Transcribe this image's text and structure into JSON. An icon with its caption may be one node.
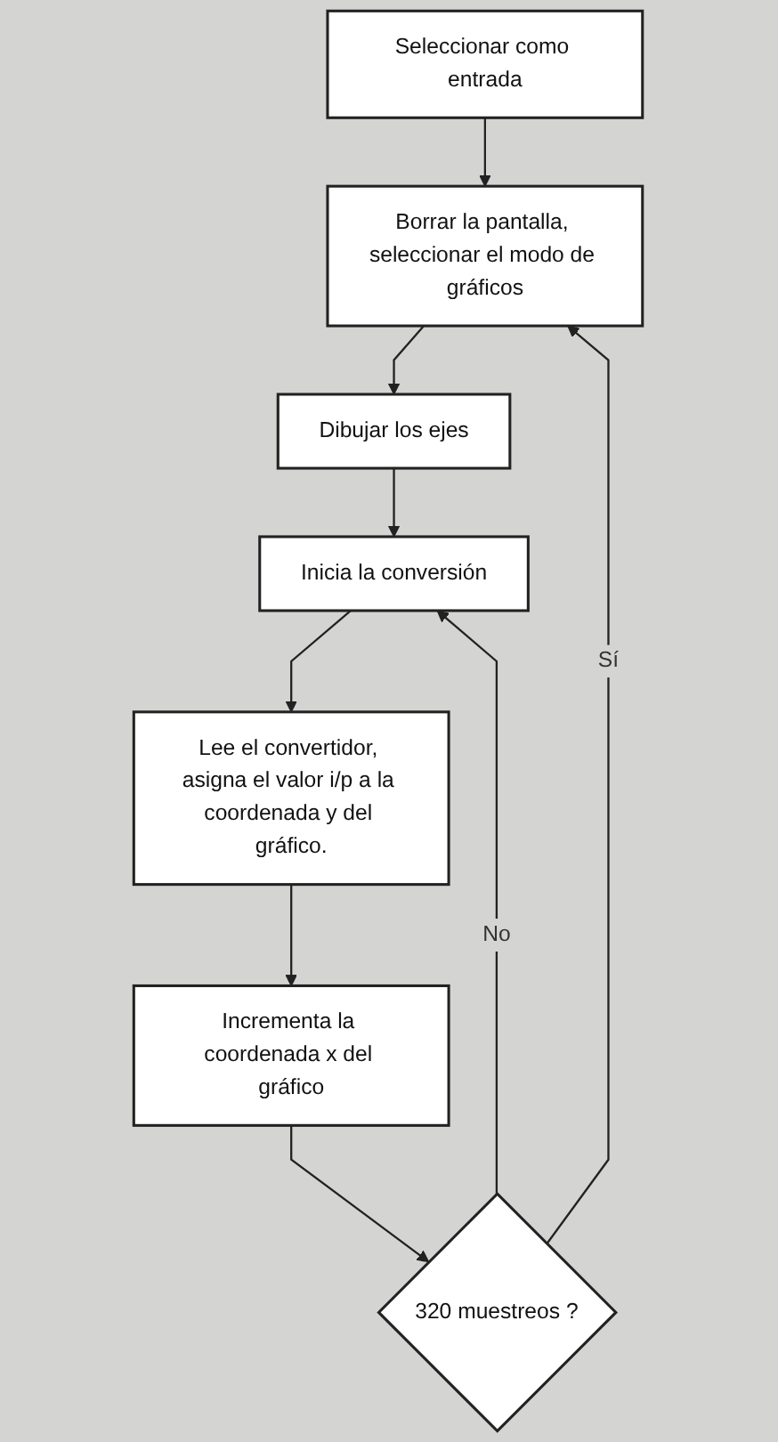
{
  "diagram": {
    "nodes": [
      {
        "text": [
          "Seleccionar como entrada"
        ]
      },
      {
        "text": [
          "Borrar la pantalla, seleccionar el modo de gráficos"
        ]
      },
      {
        "text": [
          "Dibujar los ejes"
        ]
      },
      {
        "text": [
          "Inicia la conversión"
        ]
      },
      {
        "text": [
          "Lee el convertidor, asigna el valor i/p a la coordenada y del gráfico."
        ]
      },
      {
        "text": [
          "Incrementa la coordenada x del gráfico"
        ]
      },
      {
        "text": [
          "320 muestreos ?"
        ]
      }
    ],
    "edges": [
      {
        "from": 0,
        "to": 1,
        "arrow": "to"
      },
      {
        "from": 1,
        "to": 2,
        "arrow": "to"
      },
      {
        "from": 2,
        "to": 3,
        "arrow": "to"
      },
      {
        "from": 3,
        "to": 4,
        "arrow": "to"
      },
      {
        "from": 4,
        "to": 5,
        "arrow": "to"
      },
      {
        "from": 5,
        "to": 6,
        "arrow": "to"
      },
      {
        "from": 6,
        "to": 3,
        "label": "No",
        "arrow": "to"
      },
      {
        "from": 6,
        "to": 1,
        "label": "Sí",
        "arrow": "to"
      }
    ]
  }
}
